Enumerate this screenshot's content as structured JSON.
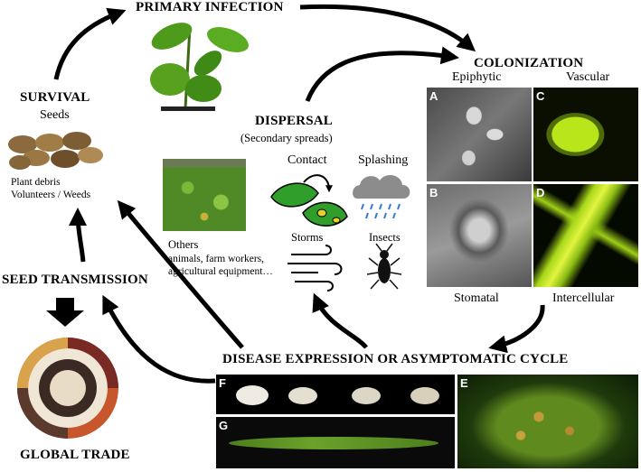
{
  "labels": {
    "primary_infection": "PRIMARY INFECTION",
    "colonization": "COLONIZATION",
    "survival": "SURVIVAL",
    "seeds": "Seeds",
    "plant_debris": "Plant debris",
    "volunteers_weeds": "Volunteers / Weeds",
    "dispersal": "DISPERSAL",
    "secondary_spreads": "(Secondary spreads)",
    "contact": "Contact",
    "splashing": "Splashing",
    "storms": "Storms",
    "insects": "Insects",
    "others": "Others",
    "others_detail_1": "animals, farm workers,",
    "others_detail_2": "agricultural equipment…",
    "seed_transmission": "SEED TRANSMISSION",
    "global_trade": "GLOBAL TRADE",
    "disease_expression": "DISEASE EXPRESSION OR ASYMPTOMATIC CYCLE",
    "epiphytic": "Epiphytic",
    "vascular": "Vascular",
    "stomatal": "Stomatal",
    "intercellular": "Intercellular"
  },
  "panels": {
    "A": "A",
    "B": "B",
    "C": "C",
    "D": "D",
    "E": "E",
    "F": "F",
    "G": "G"
  },
  "colors": {
    "arrow": "#000000",
    "leaf_green": "#2f8a1e",
    "fluor_green": "#b8e61a",
    "sem_gray": "#6d6d6d",
    "cloud_gray": "#8c8c8c",
    "rain_blue": "#3a7bd5"
  }
}
